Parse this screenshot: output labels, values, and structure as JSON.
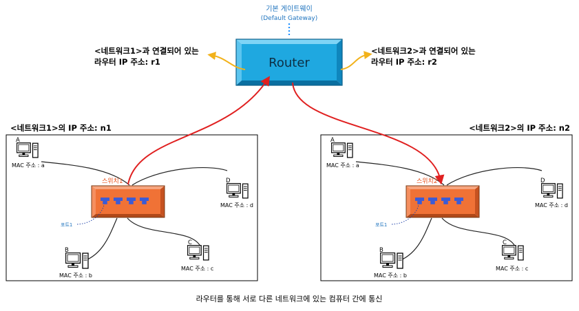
{
  "gateway": {
    "title": "기본 게이트웨이",
    "subtitle": "(Default Gateway)"
  },
  "router": {
    "label": "Router"
  },
  "router_ip_left": {
    "line1": "<네트워크1>과 연결되어 있는",
    "line2": "라우터 IP 주소: r1"
  },
  "router_ip_right": {
    "line1": "<네트워크2>과 연결되어 있는",
    "line2": "라우터 IP 주소: r2"
  },
  "networks": [
    {
      "ip_label": "<네트워크1>의 IP 주소: n1",
      "switch_label": "스위치1",
      "port_label": "포트1",
      "hosts": [
        {
          "letter": "A",
          "mac": "MAC 주소 : a"
        },
        {
          "letter": "B",
          "mac": "MAC 주소 : b"
        },
        {
          "letter": "C",
          "mac": "MAC 주소 : c"
        },
        {
          "letter": "D",
          "mac": "MAC 주소 : d"
        }
      ]
    },
    {
      "ip_label": "<네트워크2>의 IP 주소: n2",
      "switch_label": "스위치2",
      "port_label": "포트1",
      "hosts": [
        {
          "letter": "A",
          "mac": "MAC 주소 : a"
        },
        {
          "letter": "B",
          "mac": "MAC 주소 : b"
        },
        {
          "letter": "C",
          "mac": "MAC 주소 : c"
        },
        {
          "letter": "D",
          "mac": "MAC 주소 : d"
        }
      ]
    }
  ],
  "caption": "라우터를 통해 서로 다른 네트워크에 있는 컴퓨터 간에 통신",
  "colors": {
    "router": "#1fa8e0",
    "switch": "#f07236",
    "port": "#3b5bd6",
    "link_red": "#e02020",
    "link_dark": "#222222",
    "gold_arrow": "#f2b21b",
    "gateway_dots": "#1e90ff"
  }
}
